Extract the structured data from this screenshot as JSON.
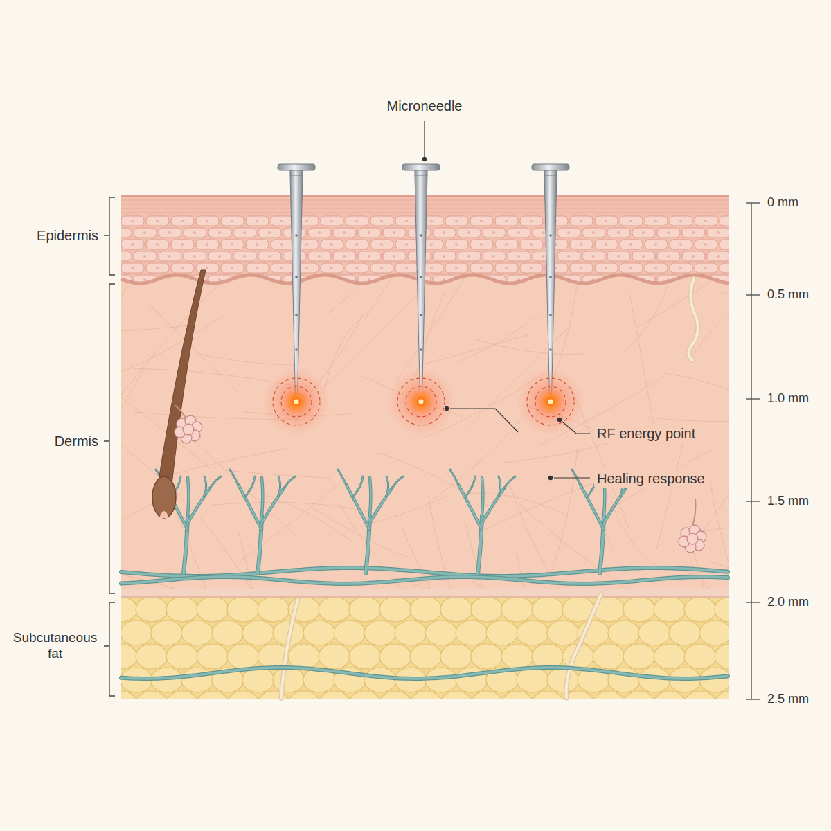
{
  "diagram": {
    "labels": [
      "Microneedle",
      "Epidermis",
      "Dermis",
      "Subcutaneous fat",
      "RF energy point",
      "Healing response",
      "0 mm",
      "0.5 mm",
      "1.0 mm",
      "1.5 mm",
      "2.0 mm",
      "2.5 mm"
    ]
  }
}
